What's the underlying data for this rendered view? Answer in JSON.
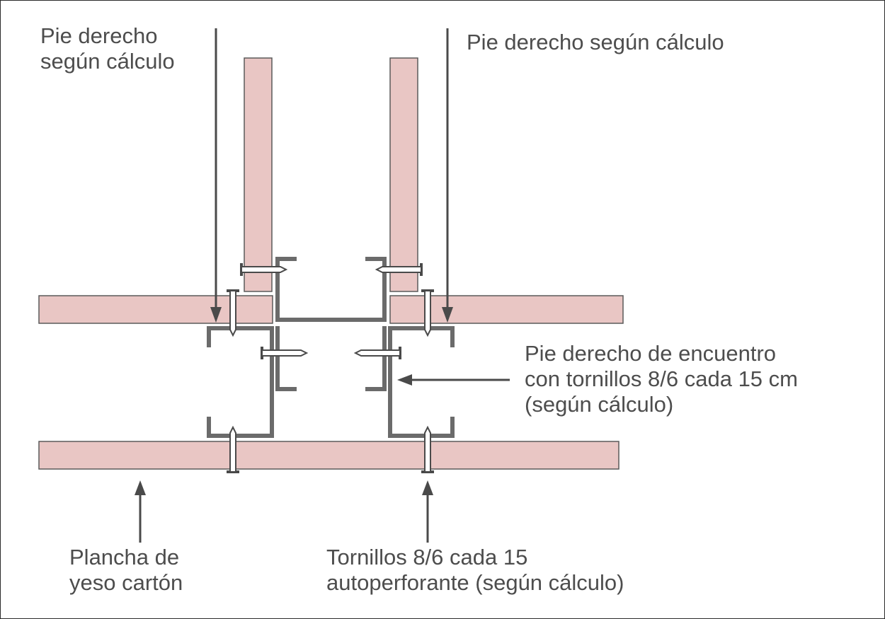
{
  "labels": {
    "top_left": [
      "Pie derecho",
      "según cálculo"
    ],
    "top_right": [
      "Pie derecho según cálculo"
    ],
    "middle_right": [
      "Pie derecho de encuentro",
      "con tornillos 8/6 cada 15 cm",
      "(según cálculo)"
    ],
    "bottom_left": [
      "Plancha de",
      "yeso cartón"
    ],
    "bottom_right": [
      "Tornillos 8/6 cada 15",
      "autoperforante (según cálculo)"
    ]
  },
  "colors": {
    "gypsum_board": "#e9c6c4",
    "board_outline": "#5a5a5a",
    "steel_profile": "#6b6b6b",
    "arrow": "#4a4a4a",
    "text": "#4d4d4d",
    "screw_fill": "#ffffff"
  }
}
